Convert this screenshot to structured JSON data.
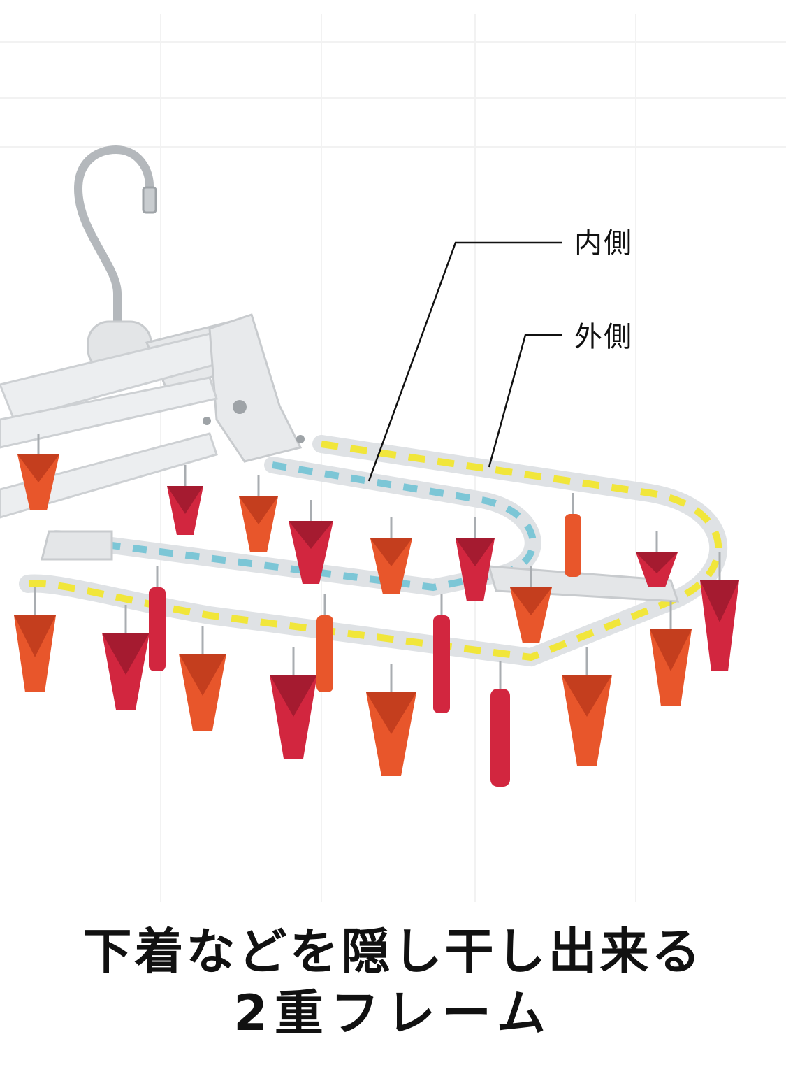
{
  "labels": {
    "inner": "内側",
    "outer": "外側"
  },
  "caption": {
    "line1": "下着などを隠し干し出来る",
    "line2": "2重フレーム"
  },
  "colors": {
    "background": "#ffffff",
    "frame": "#e4e6e8",
    "inner_band": "#7cc6d6",
    "outer_band": "#f1e63a",
    "clip_red": "#d2263f",
    "clip_orange": "#e8562b",
    "hook": "#b8bcc0",
    "text": "#111111"
  }
}
